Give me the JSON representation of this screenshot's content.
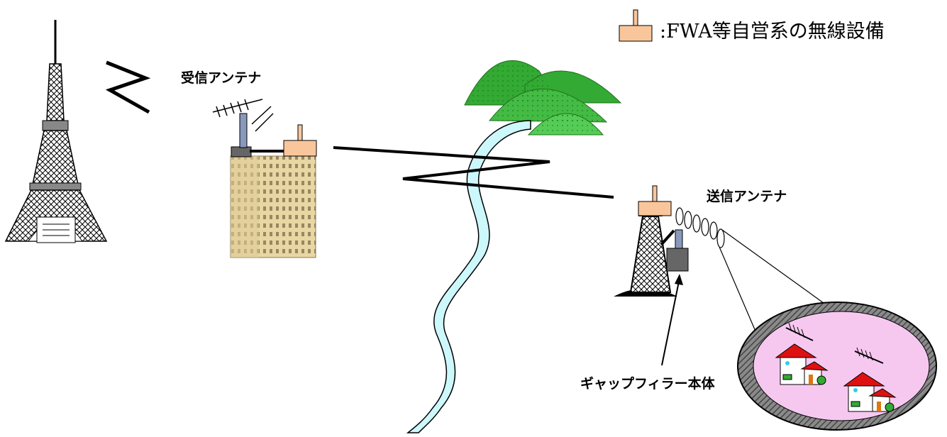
{
  "legend": {
    "text": ":FWA等自営系の無線設備",
    "icon": "fwa-equipment-icon",
    "icon_color": "#f9c69c"
  },
  "labels": {
    "receive_antenna": "受信アンテナ",
    "transmit_antenna": "送信アンテナ",
    "gap_filler_unit": "ギャップフィラー本体"
  },
  "colors": {
    "fwa_box": "#f9c69c",
    "building": "#e8d6a3",
    "river": "#ccf7fb",
    "mountain": "#44bb44",
    "coverage_area": "#f6c8f0",
    "tower": "#000000"
  }
}
